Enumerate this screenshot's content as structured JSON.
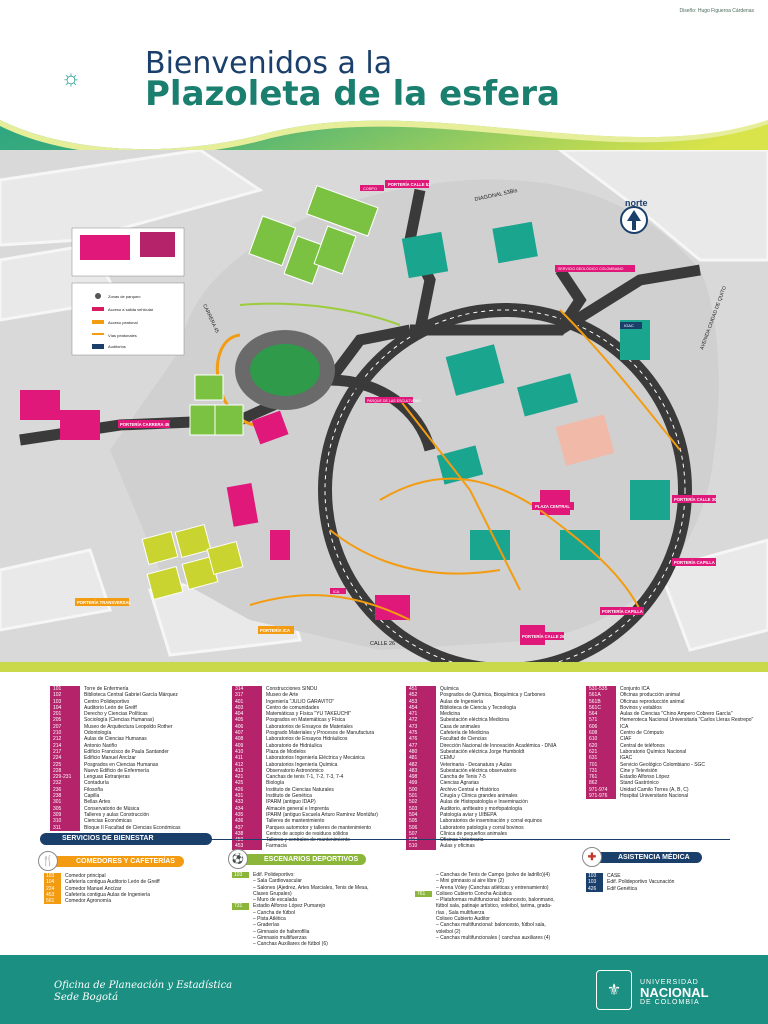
{
  "header": {
    "credit": "Diseño: Hugo Figueroa Cárdenas",
    "line1": "Bienvenidos a la",
    "line2": "Plazoleta de la esfera",
    "colors": {
      "teal": "#1a9a8a",
      "lime": "#c9d94a",
      "navy": "#1b3f6b"
    }
  },
  "map": {
    "labels": {
      "north": "norte",
      "diagonal": "DIAGONAL 53Bis",
      "carrera": "CARRERA 45",
      "avenida": "AVENIDA CIUDAD DE QUITO",
      "calle26": "CALLE 26",
      "plaza_central": "PLAZA CENTRAL",
      "parque": "PARQUE DE LAS ESCULTURAS",
      "servicio_geo": "SERVICIO GEOLÓGICO COLOMBIANO",
      "hospital": "Hospital Universitario Nacional",
      "icag": "IGAC",
      "corpo": "CORPO",
      "ica": "ICA"
    },
    "gates": {
      "calle53": "PORTERÍA CALLE 53",
      "carrera45": "PORTERÍA CARRERA 45",
      "calle30": "PORTERÍA CALLE 30",
      "capilla_a": "PORTERÍA CAPILLA",
      "capilla_b": "PORTERÍA CAPILLA",
      "calle26": "PORTERÍA CALLE 26",
      "transversal": "PORTERÍA TRANSVERSAL",
      "ica": "PORTERÍA ICA"
    },
    "legend": [
      {
        "label": "Zonas de parqueo",
        "color": "#555555"
      },
      {
        "label": "Acceso a salida vehicular",
        "color": "#d81b60"
      },
      {
        "label": "Acceso peatonal",
        "color": "#f39c12"
      },
      {
        "label": "Vías peatonales",
        "color": "#f39c12"
      },
      {
        "label": "Auditorios",
        "color": "#1b3f6b"
      }
    ]
  },
  "buildings": {
    "col1": [
      [
        "101",
        "Torre de Enfermería"
      ],
      [
        "102",
        "Biblioteca Central Gabriel García Márquez"
      ],
      [
        "103",
        "Centro Polideportivo"
      ],
      [
        "104",
        "Auditorio León de Greiff"
      ],
      [
        "201",
        "Derecho y Ciencias Políticas"
      ],
      [
        "205",
        "Sociología (Ciencias Humanas)"
      ],
      [
        "207",
        "Museo de Arquitectura Leopoldo Rother"
      ],
      [
        "210",
        "Odontología"
      ],
      [
        "212",
        "Aulas de Ciencias Humanas"
      ],
      [
        "214",
        "Antonio Nariño"
      ],
      [
        "217",
        "Edificio Francisco de Paula Santander"
      ],
      [
        "224",
        "Edificio Manuel Ancízar"
      ],
      [
        "225",
        "Posgrados en Ciencias Humanas"
      ],
      [
        "228",
        "Nuevo Edificio de Enfermería"
      ],
      [
        "229-231",
        "Lenguas Extranjeras"
      ],
      [
        "232",
        "Contaduría"
      ],
      [
        "236",
        "Filosofía"
      ],
      [
        "238",
        "Capilla"
      ],
      [
        "301",
        "Bellas Artes"
      ],
      [
        "305",
        "Conservatorio de Música"
      ],
      [
        "309",
        "Talleres y aulas Construcción"
      ],
      [
        "310",
        "Ciencias Económicas"
      ],
      [
        "311",
        "Bloque II Facultad de Ciencias Económicas"
      ]
    ],
    "col2": [
      [
        "314",
        "Construcciones SINDU"
      ],
      [
        "317",
        "Museo de Arte"
      ],
      [
        "401",
        "Ingeniería \"JULIO GARAVITO\""
      ],
      [
        "403",
        "Centro de comunidades"
      ],
      [
        "404",
        "Matemáticas y Física \"YU TAKEUCHI\""
      ],
      [
        "405",
        "Posgrados en Matemáticas y Física"
      ],
      [
        "406",
        "Laboratorios de Ensayos de Materiales"
      ],
      [
        "407",
        "Posgrado Materiales y Procesos de Manufactura"
      ],
      [
        "408",
        "Laboratorios de Ensayos Hidráulicos"
      ],
      [
        "409",
        "Laboratorio de Hidráulica"
      ],
      [
        "410",
        "Plaza de Modelos"
      ],
      [
        "411",
        "Laboratorios Ingeniería Eléctrica y Mecánica"
      ],
      [
        "412",
        "Laboratorios Ingeniería Química"
      ],
      [
        "413",
        "Observatorio Astronómico"
      ],
      [
        "421",
        "Canchas de tenis 7-1, 7-2, 7-3, 7-4"
      ],
      [
        "425",
        "Biología"
      ],
      [
        "426",
        "Instituto de Ciencias Naturales"
      ],
      [
        "431",
        "Instituto de Genética"
      ],
      [
        "433",
        "IPARM (antiguo IDAP)"
      ],
      [
        "434",
        "Almacén general e Imprenta"
      ],
      [
        "435",
        "IPARM (antiguo Escuela Arturo Ramírez Montúfar)"
      ],
      [
        "436",
        "Talleres de mantenimiento"
      ],
      [
        "437",
        "Parques automotor y talleres de mantenimiento"
      ],
      [
        "438",
        "Centro de acopio de residuos sólidos"
      ],
      [
        "450",
        "Talleres y centrales de mantenimiento"
      ],
      [
        "453",
        "Farmacia"
      ]
    ],
    "col3": [
      [
        "451",
        "Química"
      ],
      [
        "452",
        "Posgrados de Química, Bioquímica y Carbones"
      ],
      [
        "453",
        "Aulas de Ingeniería"
      ],
      [
        "454",
        "Biblioteca de Ciencia y Tecnología"
      ],
      [
        "471",
        "Medicina"
      ],
      [
        "472",
        "Subestación eléctrica Medicina"
      ],
      [
        "473",
        "Casa de animales"
      ],
      [
        "475",
        "Cafetería de Medicina"
      ],
      [
        "476",
        "Facultad de Ciencias"
      ],
      [
        "477",
        "Dirección Nacional de Innovación Académica - DNIA"
      ],
      [
        "480",
        "Subestación eléctrica Jorge Humboldt"
      ],
      [
        "481",
        "CEMU"
      ],
      [
        "482",
        "Veterinaria - Decanatura y Aulas"
      ],
      [
        "483",
        "Subestación eléctrica observatorio"
      ],
      [
        "498",
        "Cancha de Tenis 7-5"
      ],
      [
        "499",
        "Ciencias Agrarias"
      ],
      [
        "500",
        "Archivo Central e Histórico"
      ],
      [
        "501",
        "Cirugía y Clínica grandes animales"
      ],
      [
        "502",
        "Aulas de Histopatología e Inseminación"
      ],
      [
        "503",
        "Auditorio, anfiteatro y morfopatología"
      ],
      [
        "504",
        "Patología aviar y UIBEPA"
      ],
      [
        "505",
        "Laboratorios de inseminación y corral equinos"
      ],
      [
        "506",
        "Laboratorio patología y corral bovinos"
      ],
      [
        "507",
        "Clínica de pequeños animales"
      ],
      [
        "508",
        "Oficinas Veterinaria"
      ],
      [
        "510",
        "Aulas y oficinas"
      ]
    ],
    "col4": [
      [
        "531-535",
        "Conjunto ICA"
      ],
      [
        "561A",
        "Oficinas producción animal"
      ],
      [
        "561B",
        "Oficinas reproducción animal"
      ],
      [
        "561C",
        "Bovinos y establos"
      ],
      [
        "564",
        "Aulas de Ciencias \"Chino Ampero Cobrero García\""
      ],
      [
        "571",
        "Hemeroteca Nacional Universitaria \"Carlos Lleras Restrepo\""
      ],
      [
        "606",
        "ICA"
      ],
      [
        "608",
        "Centro de Cómputo"
      ],
      [
        "610",
        "CIAF"
      ],
      [
        "620",
        "Central de teléfonos"
      ],
      [
        "621",
        "Laboratorio Químico Nacional"
      ],
      [
        "631",
        "IGAC"
      ],
      [
        "701",
        "Servicio Geológico Colombiano - SGC"
      ],
      [
        "731",
        "Cine y Televisión"
      ],
      [
        "761",
        "Estadio Alfonso López"
      ],
      [
        "862",
        "Stand Gastrónico"
      ],
      [
        "971-974",
        "Unidad Camilo Torres (A, B, C)"
      ],
      [
        "971-976",
        "Hospital Universitario Nacional"
      ]
    ]
  },
  "services": {
    "title": "SERVICIOS DE BIENESTAR",
    "comedores": {
      "title": "COMEDORES Y CAFETERÍAS",
      "items": [
        [
          "103",
          "Comedor principal"
        ],
        [
          "104",
          "Cafetería contigua Auditorio León de Greiff"
        ],
        [
          "224",
          "Comedor Manuel Ancízar"
        ],
        [
          "453",
          "Cafetería contigua Aulas de Ingeniería"
        ],
        [
          "561",
          "Comedor Agronomía"
        ]
      ]
    },
    "deportivos": {
      "title": "ESCENARIOS DEPORTIVOS",
      "col1": [
        [
          "103",
          "Edif. Polideportivo:"
        ],
        [
          "",
          "– Sala Cardiovascular"
        ],
        [
          "",
          "– Salones (Ajedrez, Artes Marciales, Tenis de Mesa,"
        ],
        [
          "",
          "Clases Grupales)"
        ],
        [
          "",
          "– Muro de escalada"
        ],
        [
          "731",
          "Estadio Alfonso López Pumarejo"
        ],
        [
          "",
          "– Cancha de fútbol"
        ],
        [
          "",
          "– Pista Atlética"
        ],
        [
          "",
          "– Graderías"
        ],
        [
          "",
          "– Gimnasio de halterofilia"
        ],
        [
          "",
          "– Gimnasio multifuerzas"
        ],
        [
          "",
          "– Canchas Auxiliares de fútbol (6)"
        ]
      ],
      "col2": [
        [
          "",
          "– Canchas de Tenis de Campo (polvo de ladrillo)(4)"
        ],
        [
          "",
          "– Mini gimnasio al aire libre (2)"
        ],
        [
          "",
          "– Arena Vóley (Canchas atléticas y entrenamiento)"
        ],
        [
          "761",
          "Coliseo Cubierto Concha Acústica"
        ],
        [
          "",
          "– Plataformas multifuncional: baloncesto, balonmano,"
        ],
        [
          "",
          "fútbol sala, patinaje artístico, voleibol, tarima, grada-"
        ],
        [
          "",
          "rías , Sala multifuerza"
        ],
        [
          "",
          "Coliseo Cubierto Auditor"
        ],
        [
          "",
          "– Canchas multifuncional: baloncesto, fútbol sala,"
        ],
        [
          "",
          "voleibol (2)"
        ],
        [
          "",
          "– Canchas multifuncionales ( canchas auxiliares (4)"
        ]
      ]
    },
    "medica": {
      "title": "ASISTENCIA MÉDICA",
      "items": [
        [
          "103",
          "CASE"
        ],
        [
          "103",
          "Edif. Polideportivo Vacunación"
        ],
        [
          "426",
          "Edif Genética"
        ]
      ]
    }
  },
  "footer": {
    "office1": "Oficina de Planeación y Estadística",
    "office2": "Sede Bogotá",
    "uni1": "UNIVERSIDAD",
    "uni2": "NACIONAL",
    "uni3": "DE COLOMBIA"
  }
}
